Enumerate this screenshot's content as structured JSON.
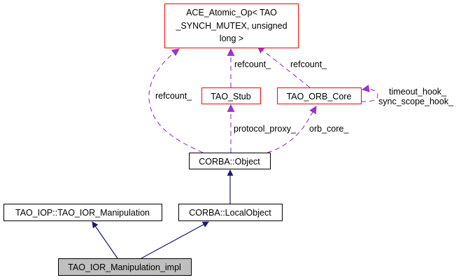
{
  "diagram": {
    "type": "collaboration-graph",
    "colors": {
      "inheritance_edge": "#191970",
      "usage_edge": "#9a32cd",
      "node_border_default": "#000000",
      "node_border_undocumented": "#ff0000",
      "node_fill_default": "#ffffff",
      "node_fill_focus": "#bfbfbf"
    },
    "nodes": {
      "ace_atomic_op": {
        "lines": [
          "ACE_Atomic_Op< TAO",
          "_SYNCH_MUTEX, unsigned",
          "long >"
        ],
        "style": "undocumented"
      },
      "tao_stub": {
        "lines": [
          "TAO_Stub"
        ],
        "style": "undocumented"
      },
      "tao_orb_core": {
        "lines": [
          "TAO_ORB_Core"
        ],
        "style": "undocumented"
      },
      "corba_object": {
        "lines": [
          "CORBA::Object"
        ],
        "style": "default"
      },
      "tao_iop_manipulation": {
        "lines": [
          "TAO_IOP::TAO_IOR_Manipulation"
        ],
        "style": "default"
      },
      "corba_localobject": {
        "lines": [
          "CORBA::LocalObject"
        ],
        "style": "default"
      },
      "tao_ior_manipulation_impl": {
        "lines": [
          "TAO_IOR_Manipulation_impl"
        ],
        "style": "focus"
      }
    },
    "edges": [
      {
        "from": "tao_iop_manipulation",
        "to": "tao_ior_manipulation_impl",
        "kind": "inheritance",
        "label": ""
      },
      {
        "from": "corba_localobject",
        "to": "tao_ior_manipulation_impl",
        "kind": "inheritance",
        "label": ""
      },
      {
        "from": "corba_object",
        "to": "corba_localobject",
        "kind": "inheritance",
        "label": ""
      },
      {
        "from": "ace_atomic_op",
        "to": "corba_object",
        "kind": "usage",
        "label": "refcount_"
      },
      {
        "from": "tao_stub",
        "to": "corba_object",
        "kind": "usage",
        "label": "protocol_proxy_"
      },
      {
        "from": "tao_orb_core",
        "to": "corba_object",
        "kind": "usage",
        "label": "orb_core_"
      },
      {
        "from": "ace_atomic_op",
        "to": "tao_stub",
        "kind": "usage",
        "label": "refcount_"
      },
      {
        "from": "ace_atomic_op",
        "to": "tao_orb_core",
        "kind": "usage",
        "label": "refcount_"
      },
      {
        "from": "tao_orb_core",
        "to": "tao_orb_core",
        "kind": "usage",
        "label": "timeout_hook_\nsync_scope_hook_",
        "label_lines": [
          "timeout_hook_",
          "sync_scope_hook_"
        ]
      }
    ]
  }
}
